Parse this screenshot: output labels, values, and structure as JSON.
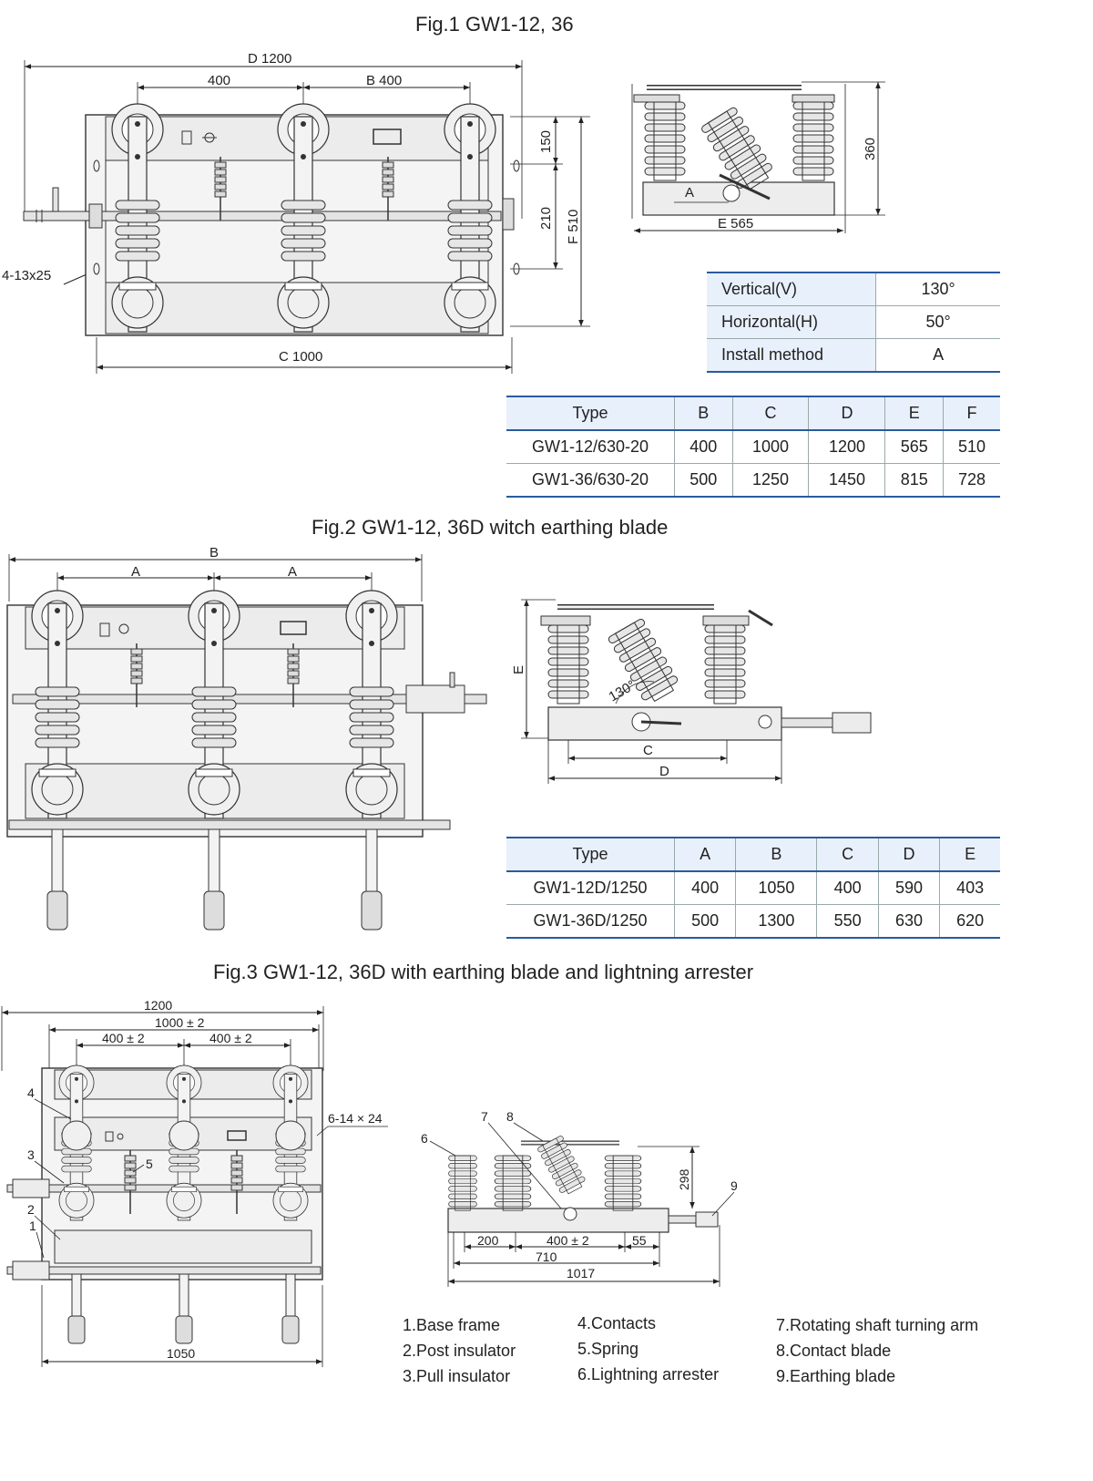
{
  "fig1": {
    "title": "Fig.1 GW1-12, 36",
    "dims": {
      "d": "D  1200",
      "a400": "400",
      "b400": "B  400",
      "c": "C  1000",
      "h150": "150",
      "h210": "210",
      "f": "F  510",
      "holes": "4-13x25",
      "side_h": "360",
      "side_e": "E  565",
      "side_a": "A"
    },
    "angle_table": [
      {
        "key": "Vertical(V)",
        "value": "130°"
      },
      {
        "key": "Horizontal(H)",
        "value": "50°"
      },
      {
        "key": "Install method",
        "value": "A"
      }
    ],
    "spec_table": {
      "headers": [
        "Type",
        "B",
        "C",
        "D",
        "E",
        "F"
      ],
      "rows": [
        [
          "GW1-12/630-20",
          "400",
          "1000",
          "1200",
          "565",
          "510"
        ],
        [
          "GW1-36/630-20",
          "500",
          "1250",
          "1450",
          "815",
          "728"
        ]
      ]
    }
  },
  "fig2": {
    "title": "Fig.2 GW1-12, 36D witch earthing blade",
    "dims": {
      "b": "B",
      "a1": "A",
      "a2": "A",
      "e": "E",
      "angle": "130°",
      "c": "C",
      "d": "D"
    },
    "spec_table": {
      "headers": [
        "Type",
        "A",
        "B",
        "C",
        "D",
        "E"
      ],
      "rows": [
        [
          "GW1-12D/1250",
          "400",
          "1050",
          "400",
          "590",
          "403"
        ],
        [
          "GW1-36D/1250",
          "500",
          "1300",
          "550",
          "630",
          "620"
        ]
      ]
    }
  },
  "fig3": {
    "title": "Fig.3 GW1-12, 36D with earthing blade and lightning arrester",
    "dims": {
      "w1200": "1200",
      "w1000": "1000 ± 2",
      "w400a": "400 ± 2",
      "w400b": "400 ± 2",
      "holes": "6-14 × 24",
      "w1050": "1050",
      "s200": "200",
      "s400": "400 ± 2",
      "s55": "55",
      "s710": "710",
      "s1017": "1017",
      "s298": "298"
    },
    "callouts": {
      "c1": "1",
      "c2": "2",
      "c3": "3",
      "c4": "4",
      "c5": "5",
      "c6": "6",
      "c7": "7",
      "c8": "8",
      "c9": "9"
    },
    "legend": [
      [
        "1.Base frame",
        "2.Post insulator",
        "3.Pull insulator"
      ],
      [
        "4.Contacts",
        "5.Spring",
        "6.Lightning arrester"
      ],
      [
        "7.Rotating shaft turning arm",
        "8.Contact blade",
        "9.Earthing blade"
      ]
    ]
  }
}
